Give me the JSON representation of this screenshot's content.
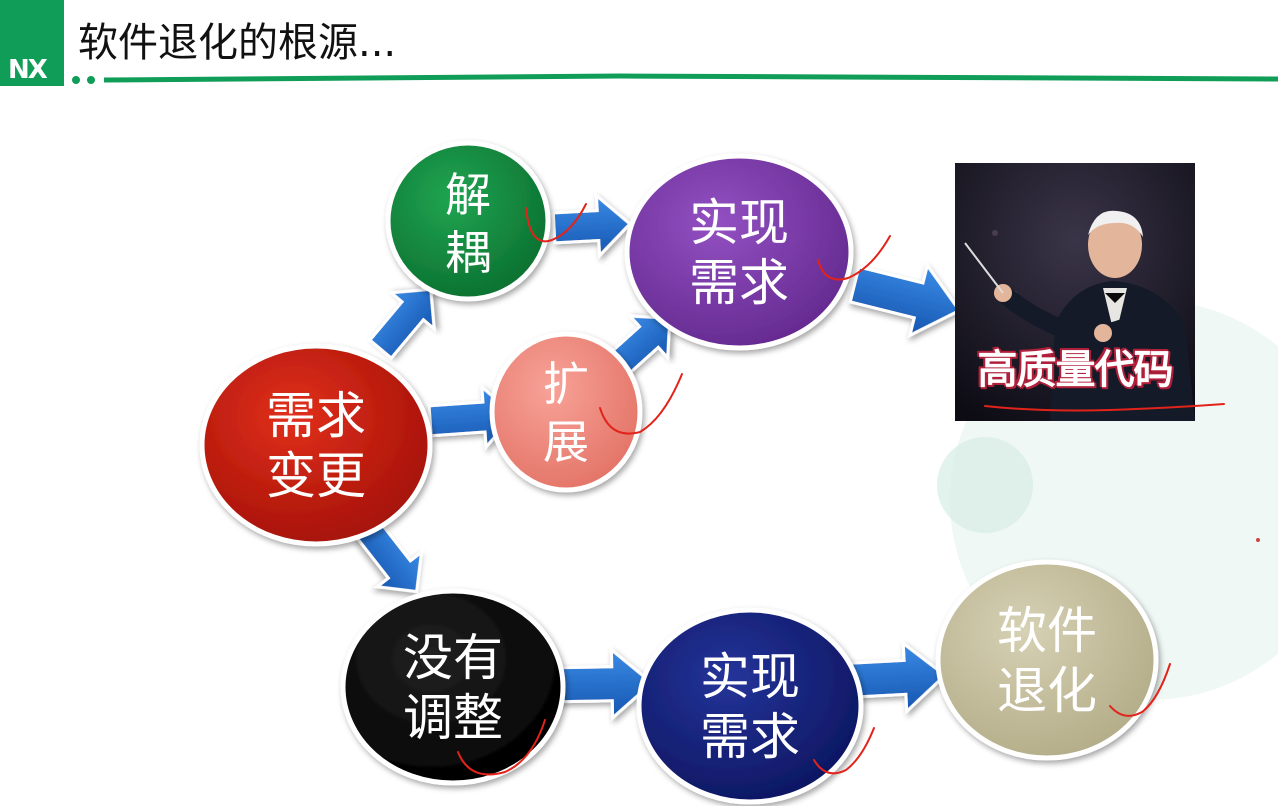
{
  "slide": {
    "logo_text": "NX",
    "title": "软件退化的根源..."
  },
  "diagram": {
    "nodes": {
      "requirement_change": {
        "line1": "需求",
        "line2": "变更",
        "color": "#c4180c"
      },
      "decouple": {
        "line1": "解",
        "line2": "耦",
        "color": "#12863e"
      },
      "extend": {
        "line1": "扩",
        "line2": "展",
        "color": "#f0897e"
      },
      "implement_top": {
        "line1": "实现",
        "line2": "需求",
        "color": "#7a3aa8"
      },
      "no_adjust": {
        "line1": "没有",
        "line2": "调整",
        "color": "#0a0a0a"
      },
      "implement_bottom": {
        "line1": "实现",
        "line2": "需求",
        "color": "#16237a"
      },
      "software_degrade": {
        "line1": "软件",
        "line2": "退化",
        "color": "#c8c2a2"
      }
    },
    "arrow_color": "#1f6fd0",
    "result": {
      "caption": "高质量代码",
      "image_label": "conductor-photo"
    }
  }
}
